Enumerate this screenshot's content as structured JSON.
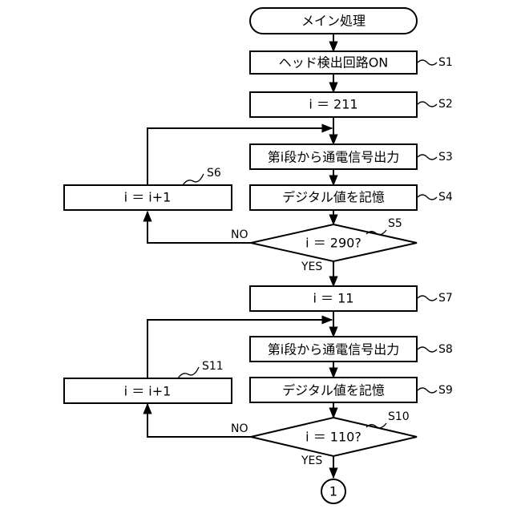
{
  "start": {
    "label": "メイン処理"
  },
  "steps": {
    "s1": {
      "label": "ヘッド検出回路ON",
      "tag": "S1"
    },
    "s2": {
      "label": "i ＝ 211",
      "tag": "S2"
    },
    "s3": {
      "label": "第i段から通電信号出力",
      "tag": "S3"
    },
    "s4": {
      "label": "デジタル値を記憶",
      "tag": "S4"
    },
    "s5": {
      "label": "i ＝ 290?",
      "tag": "S5",
      "no": "NO",
      "yes": "YES"
    },
    "s6": {
      "label": "i ＝ i+1",
      "tag": "S6"
    },
    "s7": {
      "label": "i ＝ 11",
      "tag": "S7"
    },
    "s8": {
      "label": "第i段から通電信号出力",
      "tag": "S8"
    },
    "s9": {
      "label": "デジタル値を記憶",
      "tag": "S9"
    },
    "s10": {
      "label": "i ＝ 110?",
      "tag": "S10",
      "no": "NO",
      "yes": "YES"
    },
    "s11": {
      "label": "i ＝ i+1",
      "tag": "S11"
    }
  },
  "connector": {
    "label": "1"
  }
}
